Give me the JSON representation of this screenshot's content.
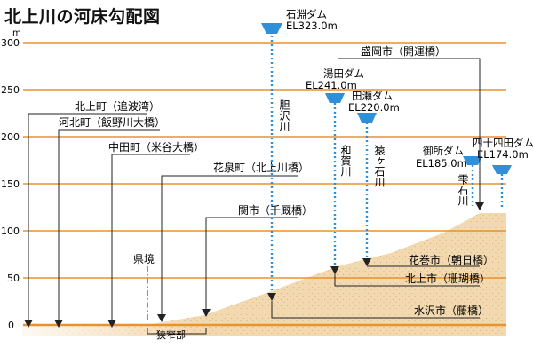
{
  "title": "北上川の河床勾配図",
  "y_axis": {
    "unit": "m",
    "ticks": [
      "300",
      "250",
      "200",
      "150",
      "100",
      "50",
      "0"
    ]
  },
  "colors": {
    "grid": "#e8922e",
    "river": "#2f8fd8",
    "ground_fill": "#f3d9b0",
    "ground_stipple": "#d8b27e",
    "leader": "#222222"
  },
  "left_labels": [
    {
      "name": "北上町（追波湾）"
    },
    {
      "name": "河北町（飯野川大橋）"
    },
    {
      "name": "中田町（米谷大橋）"
    },
    {
      "name": "花泉町（北上川橋）"
    },
    {
      "name": "一関市（千厩橋）"
    }
  ],
  "prefecture_border": "県境",
  "narrow_section": "狭窄部",
  "right_labels": [
    {
      "name": "盛岡市（開運橋）"
    },
    {
      "name": "花巻市（朝日橋）"
    },
    {
      "name": "北上市（珊瑚橋）"
    },
    {
      "name": "水沢市（藤橋）"
    }
  ],
  "dams": [
    {
      "name": "石淵ダム",
      "elevation": "EL323.0m",
      "elevation_m": 323.0
    },
    {
      "name": "湯田ダム",
      "elevation": "EL241.0m",
      "elevation_m": 241.0
    },
    {
      "name": "田瀬ダム",
      "elevation": "EL220.0m",
      "elevation_m": 220.0
    },
    {
      "name": "御所ダム",
      "elevation": "EL185.0m",
      "elevation_m": 185.0
    },
    {
      "name": "四十四田ダム",
      "elevation": "EL174.0m",
      "elevation_m": 174.0
    }
  ],
  "rivers": [
    {
      "name": "胆沢川"
    },
    {
      "name": "和賀川"
    },
    {
      "name": "猿ヶ石川"
    },
    {
      "name": "雫石川"
    }
  ]
}
